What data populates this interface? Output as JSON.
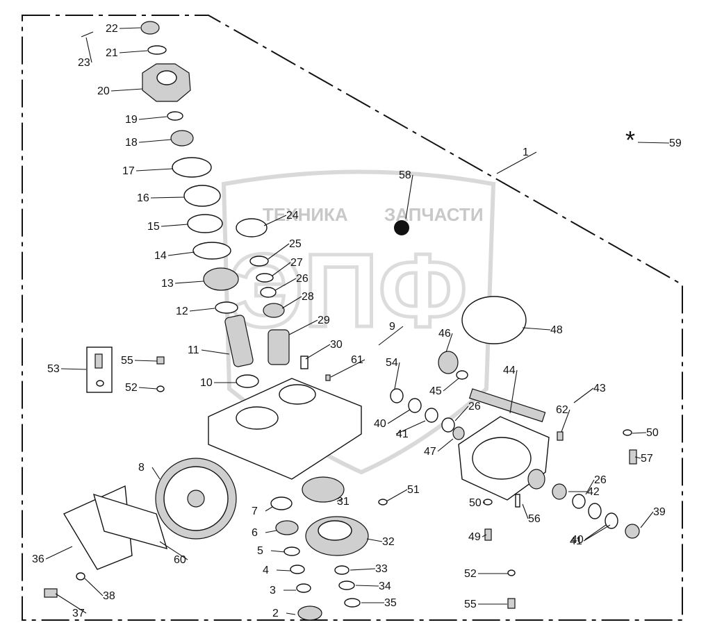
{
  "watermark": {
    "line1": "ТЕХНИКА",
    "line2": "ЗАПЧАСТИ",
    "logo": "ЭПФ"
  },
  "asterisk": "*",
  "part_labels": [
    "1",
    "2",
    "3",
    "4",
    "5",
    "6",
    "7",
    "8",
    "9",
    "10",
    "11",
    "12",
    "13",
    "14",
    "15",
    "16",
    "17",
    "18",
    "19",
    "20",
    "21",
    "22",
    "23",
    "24",
    "25",
    "26",
    "26",
    "26",
    "27",
    "28",
    "29",
    "30",
    "31",
    "32",
    "33",
    "34",
    "35",
    "36",
    "37",
    "38",
    "39",
    "40",
    "40",
    "41",
    "41",
    "42",
    "43",
    "44",
    "45",
    "46",
    "47",
    "48",
    "49",
    "50",
    "50",
    "51",
    "52",
    "52",
    "53",
    "54",
    "55",
    "55",
    "56",
    "57",
    "58",
    "59",
    "60",
    "61",
    "62"
  ]
}
